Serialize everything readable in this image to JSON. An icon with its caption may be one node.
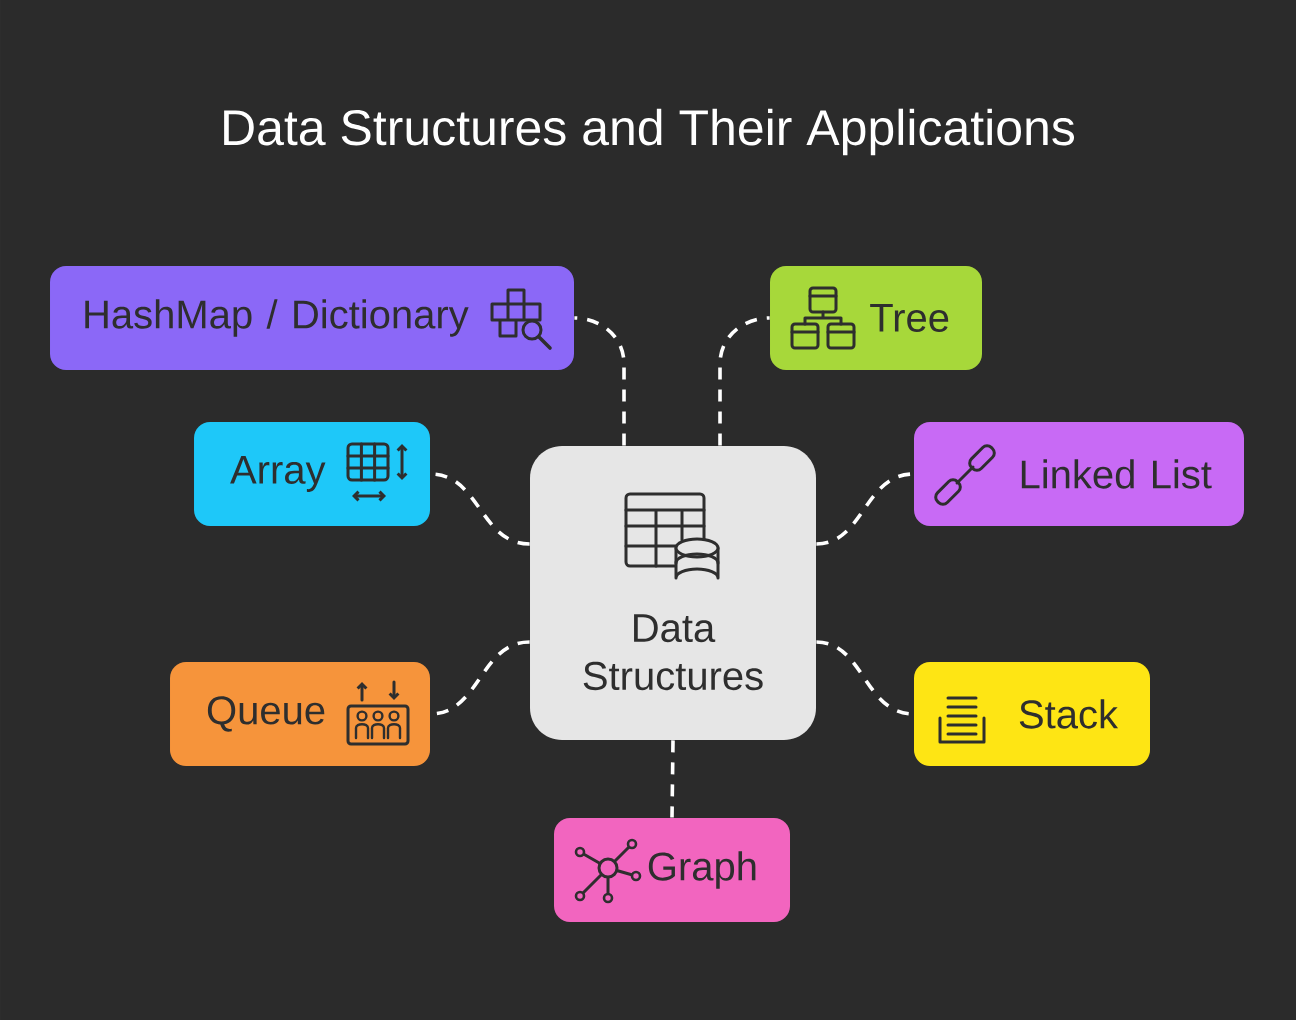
{
  "diagram": {
    "title": "Data Structures and Their Applications",
    "nodes": [
      {
        "text": [
          "HashMap / Dictionary"
        ]
      },
      {
        "text": [
          "Tree"
        ]
      },
      {
        "text": [
          "Array"
        ]
      },
      {
        "text": [
          "Data Structures"
        ]
      },
      {
        "text": [
          "Linked List"
        ]
      },
      {
        "text": [
          "Queue"
        ]
      },
      {
        "text": [
          "Stack"
        ]
      },
      {
        "text": [
          "Graph"
        ]
      }
    ],
    "edges": [
      {
        "from": 3,
        "to": 0,
        "arrow": "none",
        "style": "dashed"
      },
      {
        "from": 3,
        "to": 1,
        "arrow": "none",
        "style": "dashed"
      },
      {
        "from": 3,
        "to": 2,
        "arrow": "none",
        "style": "dashed"
      },
      {
        "from": 3,
        "to": 4,
        "arrow": "none",
        "style": "dashed"
      },
      {
        "from": 3,
        "to": 5,
        "arrow": "none",
        "style": "dashed"
      },
      {
        "from": 3,
        "to": 6,
        "arrow": "none",
        "style": "dashed"
      },
      {
        "from": 3,
        "to": 7,
        "arrow": "none",
        "style": "dashed"
      }
    ]
  }
}
